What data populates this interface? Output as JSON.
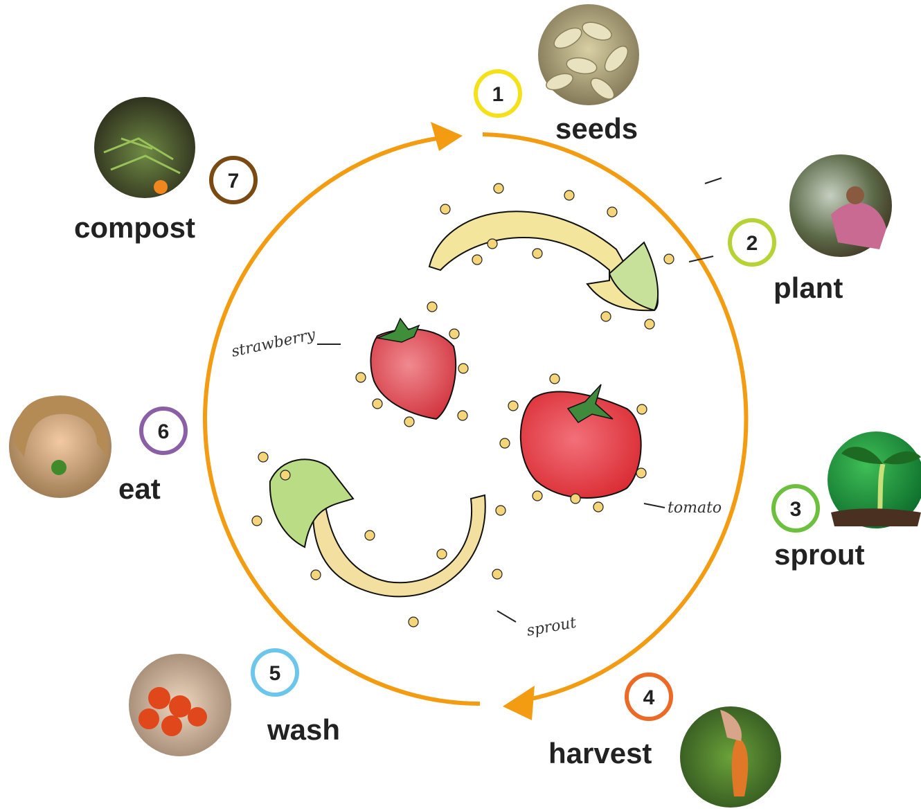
{
  "cycle_color": "#f39c12",
  "steps": [
    {
      "number": "1",
      "label": "seeds",
      "ring_color": "#f5e11a",
      "photo_icon": "seeds-photo-icon"
    },
    {
      "number": "2",
      "label": "plant",
      "ring_color": "#b5d334",
      "photo_icon": "greenhouse-photo-icon"
    },
    {
      "number": "3",
      "label": "sprout",
      "ring_color": "#6dbf3e",
      "photo_icon": "sprout-photo-icon"
    },
    {
      "number": "4",
      "label": "harvest",
      "ring_color": "#ec6a25",
      "photo_icon": "carrot-photo-icon"
    },
    {
      "number": "5",
      "label": "wash",
      "ring_color": "#6cc6ec",
      "photo_icon": "washing-tomatoes-photo-icon"
    },
    {
      "number": "6",
      "label": "eat",
      "ring_color": "#8b5fa6",
      "photo_icon": "child-eating-photo-icon"
    },
    {
      "number": "7",
      "label": "compost",
      "ring_color": "#7b4a12",
      "photo_icon": "compost-photo-icon"
    }
  ],
  "sketch": {
    "labels": {
      "strawberry": "strawberry",
      "tomato": "tomato",
      "sprout": "sprout"
    }
  }
}
